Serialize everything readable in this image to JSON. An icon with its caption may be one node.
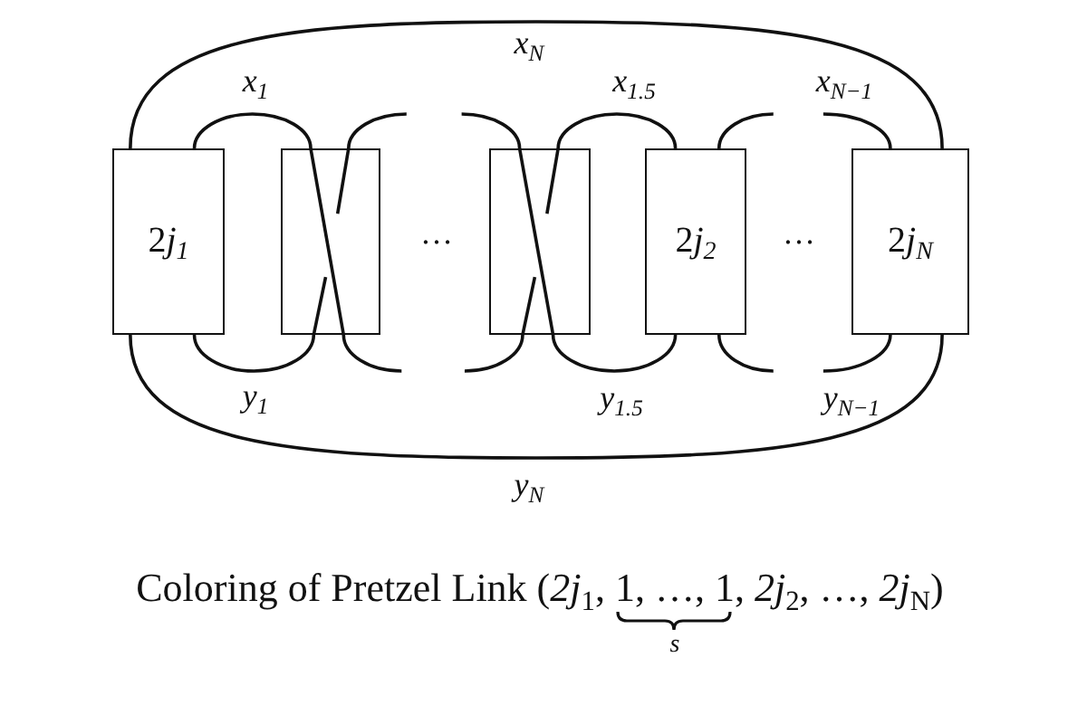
{
  "diagram": {
    "caption": "Coloring of Pretzel Link (*2j*$_{1}$, 1, …, 1, *2j*$_{2}$, …, *2j*$_{N}$)",
    "nodes": [
      {
        "text": [
          "2j$_{1}$"
        ]
      },
      {
        "text": [],
        "shape": "box"
      },
      {
        "text": [],
        "shape": "box"
      },
      {
        "text": [
          "2j$_{2}$"
        ]
      },
      {
        "text": [
          "2j$_{N}$"
        ]
      }
    ],
    "edges": [
      {
        "from": 0,
        "to": 4,
        "arrow": "none",
        "label": "x$_{N}$"
      },
      {
        "from": 0,
        "to": 1,
        "arrow": "none",
        "label": "x$_{1}$"
      },
      {
        "from": 1,
        "to": null,
        "arrow": "none"
      },
      {
        "from": null,
        "to": 2,
        "arrow": "none"
      },
      {
        "from": 2,
        "to": 3,
        "arrow": "none",
        "label": "x$_{1.5}$"
      },
      {
        "from": 3,
        "to": null,
        "arrow": "none"
      },
      {
        "from": null,
        "to": 4,
        "arrow": "none",
        "label": "x$_{N−1}$"
      },
      {
        "from": 0,
        "to": 4,
        "arrow": "none",
        "label": "y$_{N}$"
      },
      {
        "from": 0,
        "to": 1,
        "arrow": "none",
        "label": "y$_{1}$"
      },
      {
        "from": 1,
        "to": null,
        "arrow": "none"
      },
      {
        "from": null,
        "to": 2,
        "arrow": "none"
      },
      {
        "from": 2,
        "to": 3,
        "arrow": "none",
        "label": "y$_{1.5}$"
      },
      {
        "from": 3,
        "to": null,
        "arrow": "none"
      },
      {
        "from": null,
        "to": 4,
        "arrow": "none",
        "label": "y$_{N−1}$"
      }
    ],
    "labels": [
      "…",
      "…",
      "s"
    ]
  }
}
